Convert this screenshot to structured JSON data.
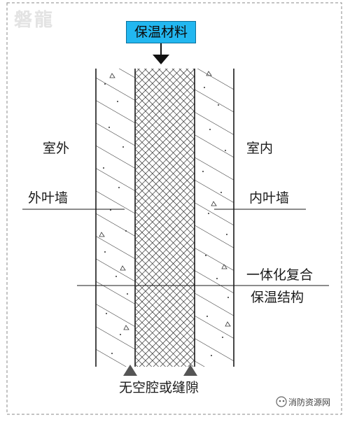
{
  "watermark": "磐龍",
  "labels": {
    "insulation_material": "保温材料",
    "outdoor": "室外",
    "indoor": "室内",
    "outer_wall": "外叶墙",
    "inner_wall": "内叶墙",
    "composite_line1": "一体化复合",
    "composite_line2": "保温结构",
    "no_gap": "无空腔或缝隙"
  },
  "brand": "消防资源网",
  "colors": {
    "tag_fill": "#22b7f0",
    "frame_dash": "#888888",
    "line": "#1a1a1a"
  }
}
